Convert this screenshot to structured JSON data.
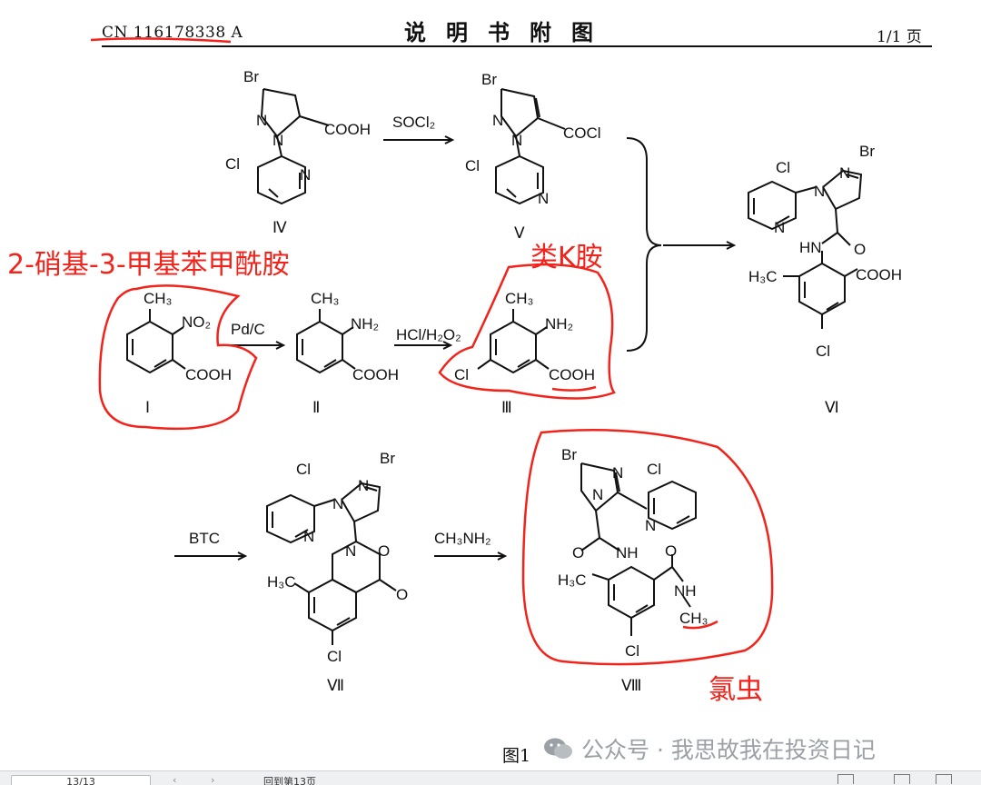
{
  "header": {
    "patent_no": "CN 116178338 A",
    "title": "说明书附图",
    "page": "1/1 页"
  },
  "labels": {
    "br": "Br",
    "cl": "Cl",
    "n": "N",
    "o": "O",
    "h3c": "H₃C",
    "ch3": "CH₃",
    "nh2": "NH₂",
    "nh": "NH",
    "hn": "HN",
    "no2": "NO₂",
    "cooh": "COOH",
    "cocl": "COCl"
  },
  "reagents": {
    "socl2": "SOCl₂",
    "pdc": "Pd/C",
    "hcl_h2o2": "HCl/H₂O₂",
    "btc": "BTC",
    "ch3nh2": "CH₃NH₂"
  },
  "compounds": {
    "IV": "Ⅳ",
    "V": "Ⅴ",
    "I": "Ⅰ",
    "II": "Ⅱ",
    "III": "Ⅲ",
    "VI": "Ⅵ",
    "VII": "Ⅶ",
    "VIII": "Ⅷ"
  },
  "annotations": {
    "nitro": "2-硝基-3-甲基苯甲酰胺",
    "k_amine": "类K胺",
    "product": "氯虫"
  },
  "figure": {
    "caption": "图1"
  },
  "watermark": {
    "text": "公众号 · 我思故我在投资日记"
  },
  "toolbar": {
    "page": "13/13",
    "goto": "回到第13页"
  },
  "colors": {
    "annotation_red": "#f2231b",
    "watermark_gray": "#9aa0a6",
    "ink": "#111111"
  },
  "icons": {
    "watermark": "wechat-icon"
  }
}
